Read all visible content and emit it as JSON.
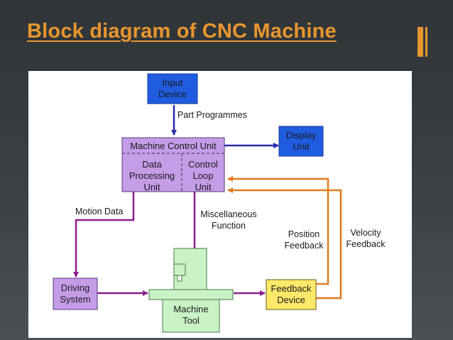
{
  "slide": {
    "title": "Block diagram of CNC Machine"
  },
  "diagram": {
    "nodes": {
      "input_device": [
        "Input",
        "Device"
      ],
      "display_unit": [
        "Display",
        "Unit"
      ],
      "machine_control_unit": "Machine Control Unit",
      "data_processing_unit": [
        "Data",
        "Processing",
        "Unit"
      ],
      "control_loop_unit": [
        "Control",
        "Loop",
        "Unit"
      ],
      "driving_system": [
        "Driving",
        "System"
      ],
      "machine_tool": [
        "Machine",
        "Tool"
      ],
      "feedback_device": [
        "Feedback",
        "Device"
      ]
    },
    "edge_labels": {
      "part_programmes": "Part Programmes",
      "motion_data": "Motion Data",
      "miscellaneous_function": [
        "Miscellaneous",
        "Function"
      ],
      "position_feedback": [
        "Position",
        "Feedback"
      ],
      "velocity_feedback": [
        "Velocity",
        "Feedback"
      ]
    },
    "colors": {
      "blue_node": "#1f5ce0",
      "purple_node": "#c49ce8",
      "green_node": "#c9f2c5",
      "yellow_node": "#fce96a",
      "blue_arrow": "#2a2ab0",
      "purple_arrow": "#8a1f8a",
      "orange_arrow": "#e07b1f"
    }
  }
}
